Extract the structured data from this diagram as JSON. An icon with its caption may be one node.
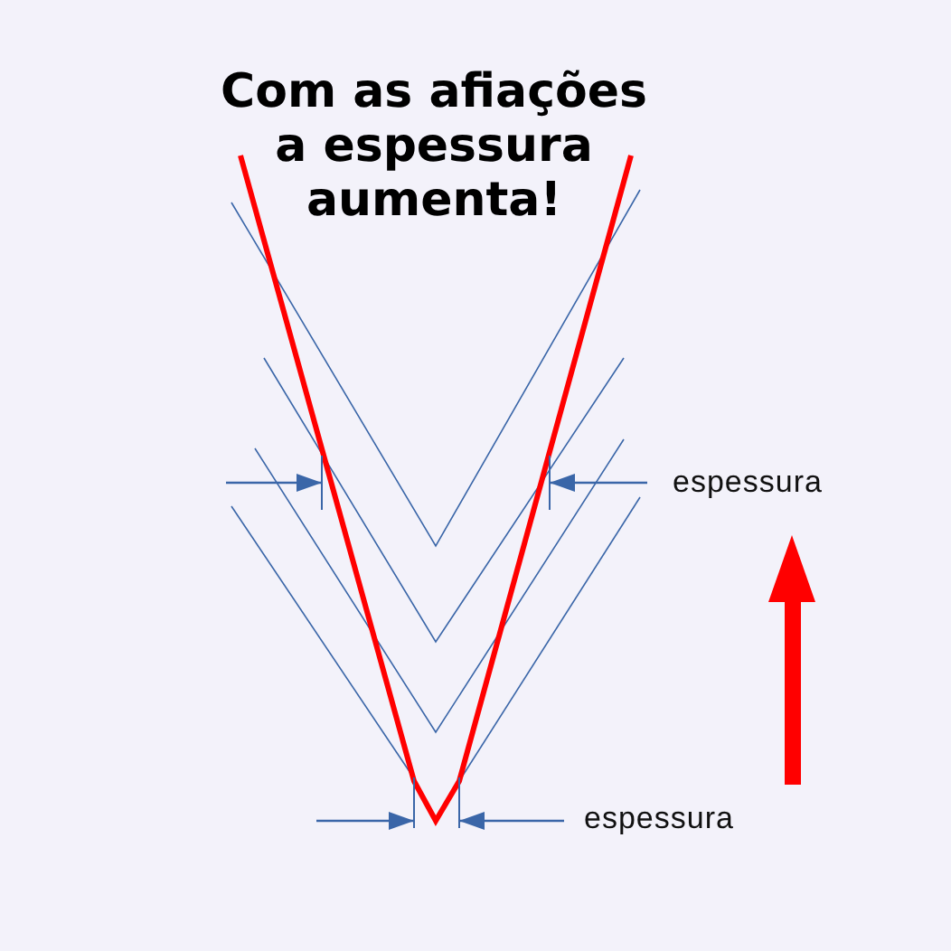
{
  "diagram": {
    "title": "Com as afiações a espessura aumenta!",
    "labels": [
      "espessura",
      "espessura"
    ]
  }
}
